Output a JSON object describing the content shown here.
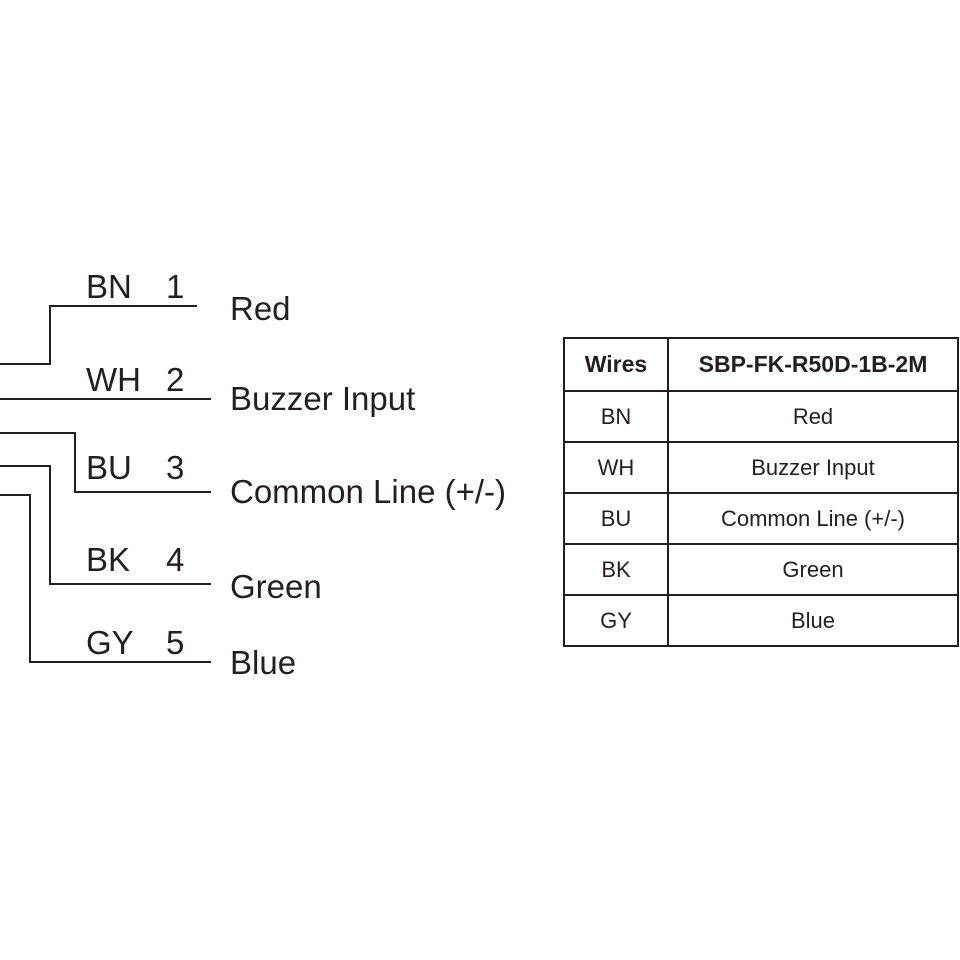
{
  "wires": [
    {
      "code": "BN",
      "pin": "1",
      "signal": "Red"
    },
    {
      "code": "WH",
      "pin": "2",
      "signal": "Buzzer Input"
    },
    {
      "code": "BU",
      "pin": "3",
      "signal": "Common Line (+/-)"
    },
    {
      "code": "BK",
      "pin": "4",
      "signal": "Green"
    },
    {
      "code": "GY",
      "pin": "5",
      "signal": "Blue"
    }
  ],
  "table": {
    "header_wires": "Wires",
    "header_model": "SBP-FK-R50D-1B-2M",
    "rows": [
      {
        "wire": "BN",
        "function": "Red"
      },
      {
        "wire": "WH",
        "function": "Buzzer Input"
      },
      {
        "wire": "BU",
        "function": "Common Line (+/-)"
      },
      {
        "wire": "BK",
        "function": "Green"
      },
      {
        "wire": "GY",
        "function": "Blue"
      }
    ]
  },
  "colors": {
    "line": "#231f20",
    "background": "#ffffff"
  }
}
